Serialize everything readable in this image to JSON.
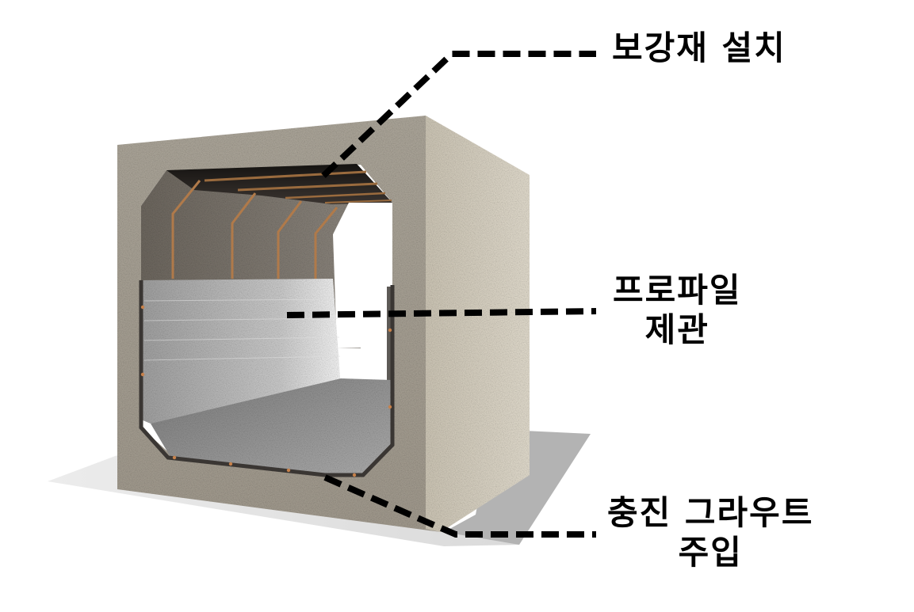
{
  "diagram": {
    "type": "cutaway-illustration",
    "subject": "box culvert rehabilitation with profile pipe lining",
    "colors": {
      "concrete_front": "#a39d90",
      "concrete_side": "#d2cbbb",
      "ceiling_dark": "#2a2623",
      "rebar": "#b07a4a",
      "profile_liner": "#b4b4b4",
      "liner_floor": "#8e8e8e",
      "shadow": "#b0b0b0",
      "leader_line": "#000000"
    },
    "labels": [
      {
        "id": "reinforcement",
        "lines": [
          "보강재 설치"
        ]
      },
      {
        "id": "profile-pipe",
        "lines": [
          "프로파일",
          "제관"
        ]
      },
      {
        "id": "grout",
        "lines": [
          "충진 그라우트",
          "주입"
        ]
      }
    ]
  }
}
